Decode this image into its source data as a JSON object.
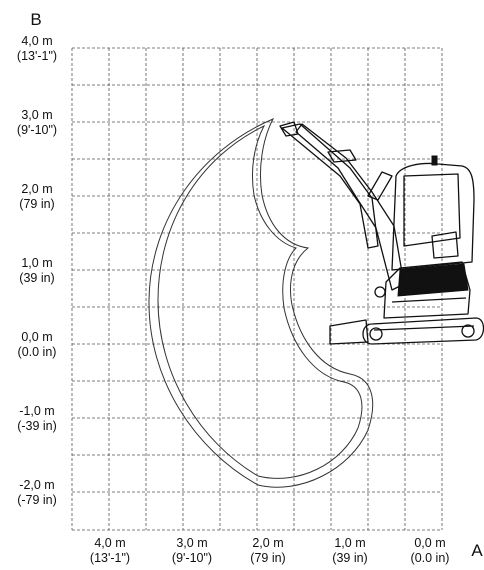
{
  "axes": {
    "x_name": "A",
    "y_name": "B"
  },
  "y_ticks": [
    {
      "metric": "4,0 m",
      "imperial": "(13'-1\")"
    },
    {
      "metric": "3,0 m",
      "imperial": "(9'-10\")"
    },
    {
      "metric": "2,0 m",
      "imperial": "(79 in)"
    },
    {
      "metric": "1,0 m",
      "imperial": "(39 in)"
    },
    {
      "metric": "0,0 m",
      "imperial": "(0.0 in)"
    },
    {
      "metric": "-1,0 m",
      "imperial": "(-39 in)"
    },
    {
      "metric": "-2,0 m",
      "imperial": "(-79 in)"
    }
  ],
  "x_ticks": [
    {
      "metric": "4,0 m",
      "imperial": "(13'-1\")"
    },
    {
      "metric": "3,0 m",
      "imperial": "(9'-10\")"
    },
    {
      "metric": "2,0 m",
      "imperial": "(79 in)"
    },
    {
      "metric": "1,0 m",
      "imperial": "(39 in)"
    },
    {
      "metric": "0,0 m",
      "imperial": "(0.0 in)"
    }
  ]
}
